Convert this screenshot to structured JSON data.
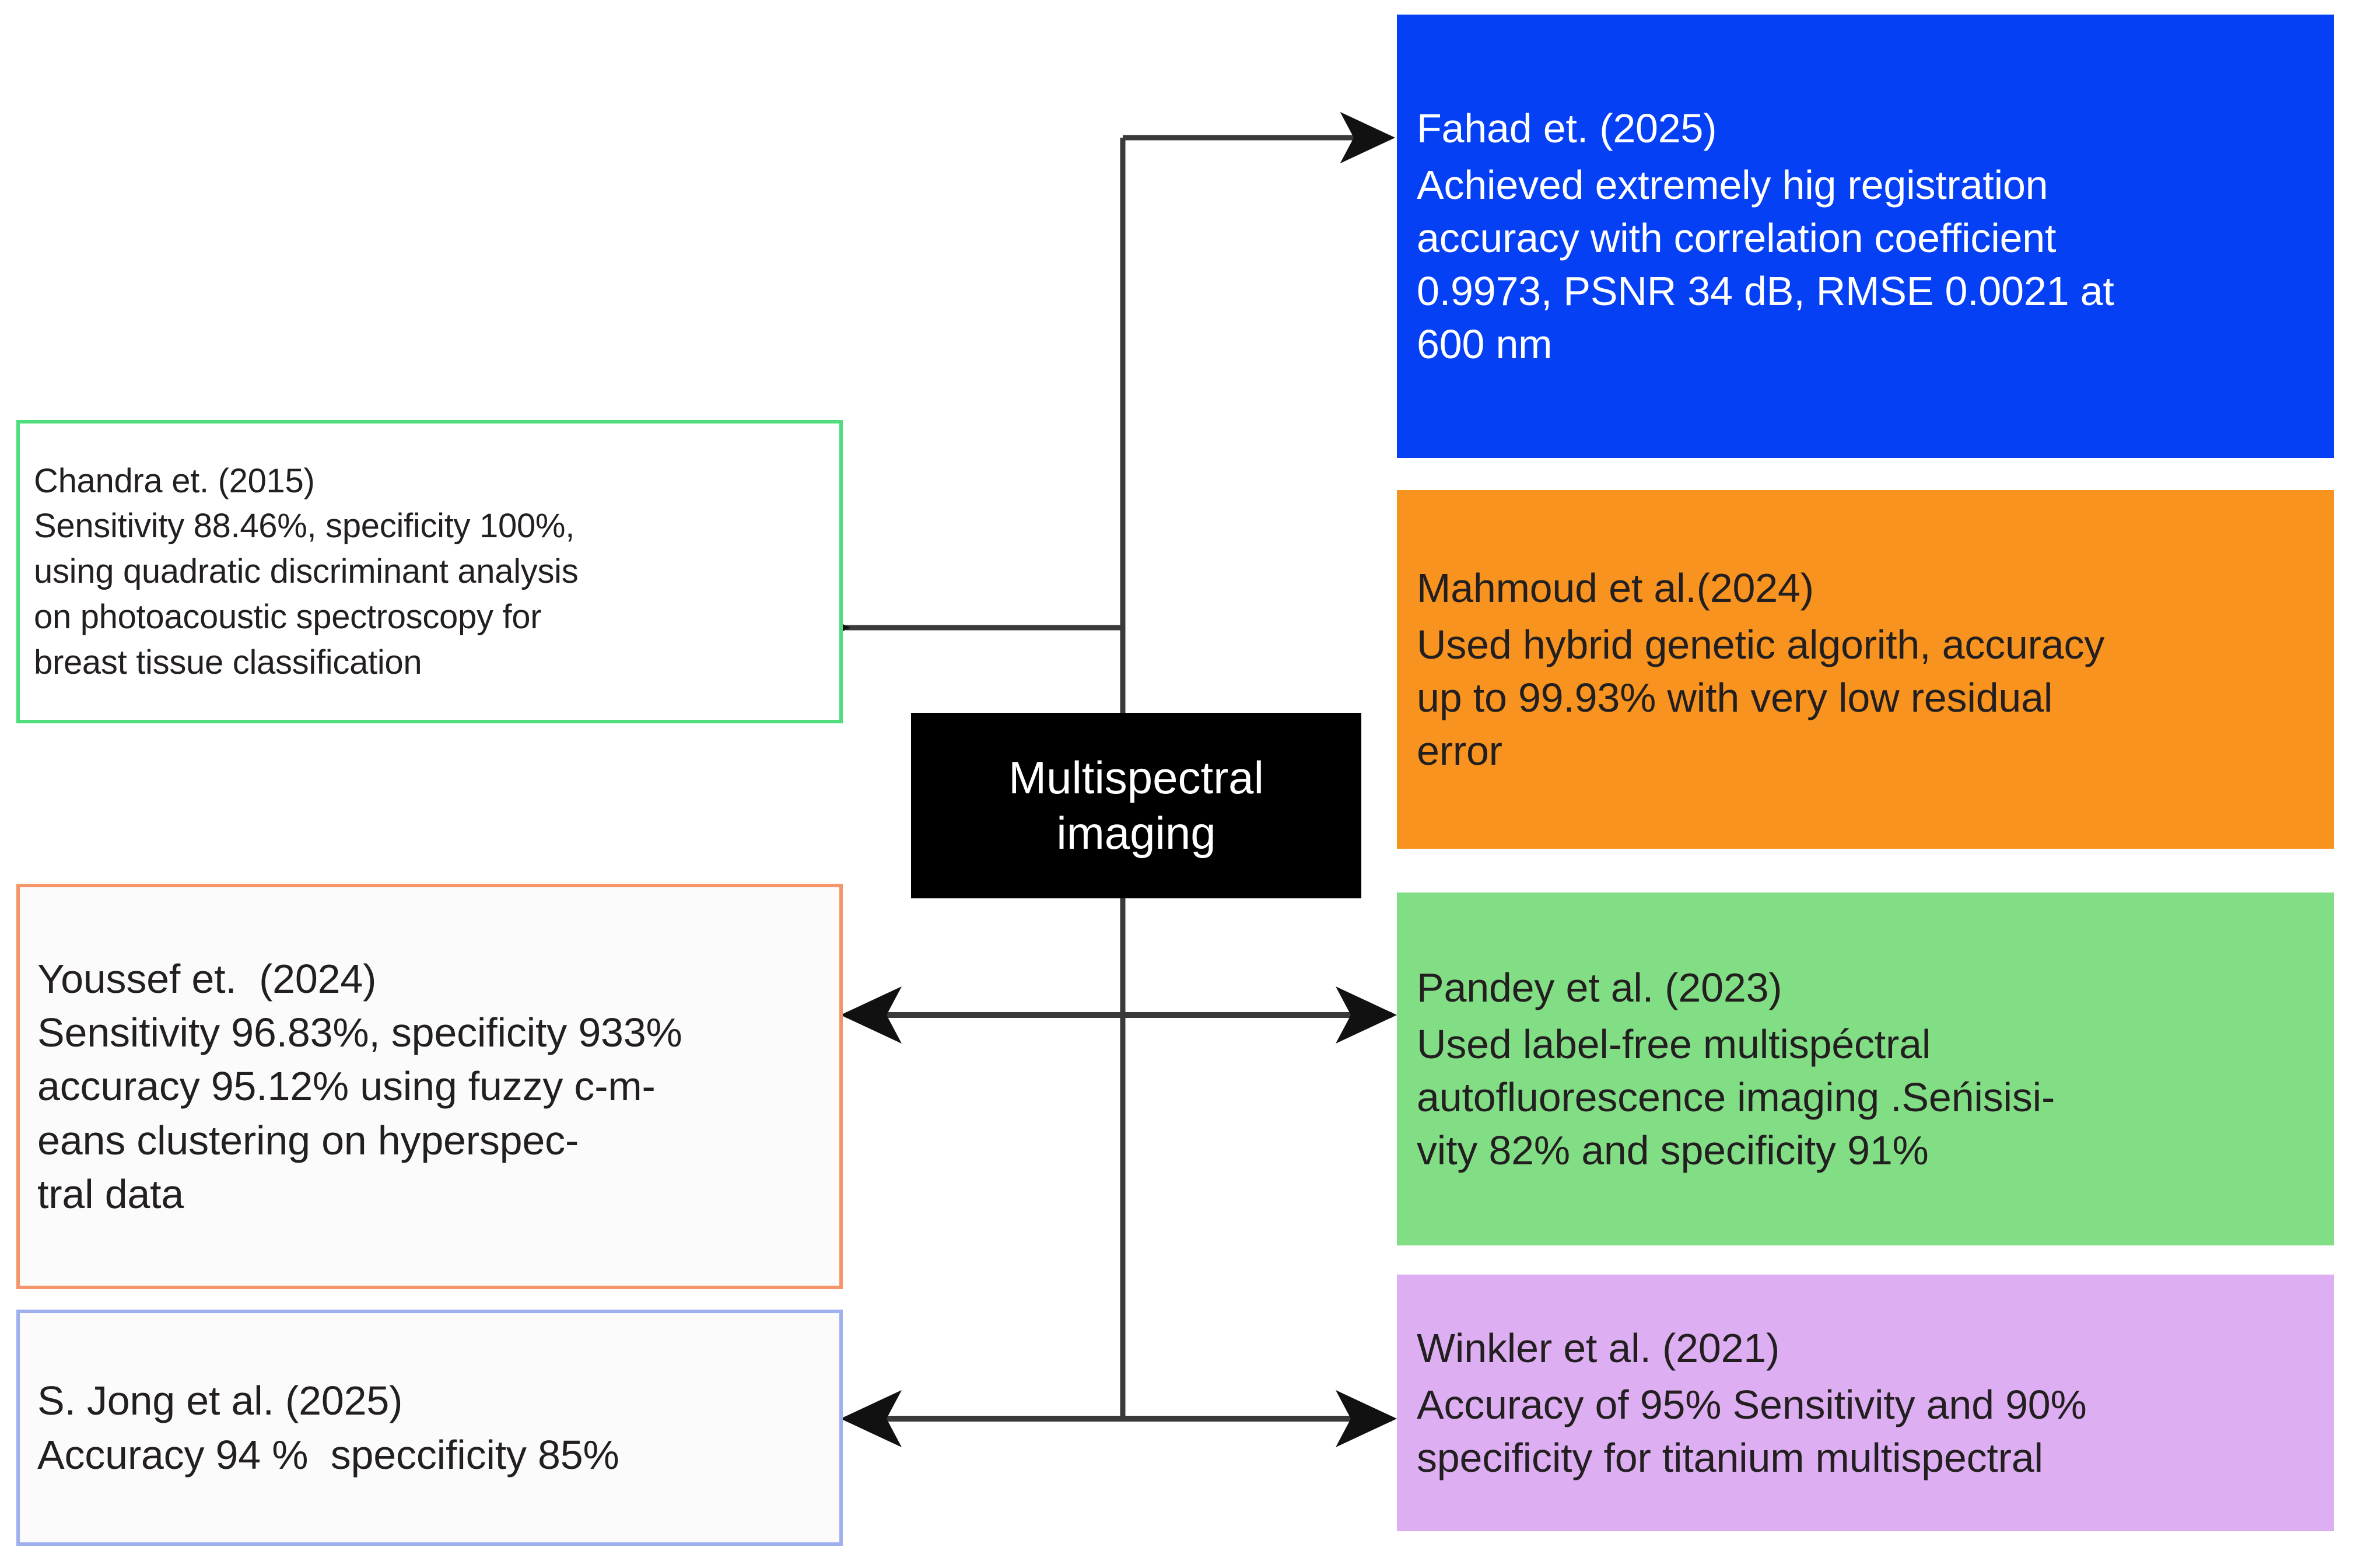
{
  "diagram": {
    "type": "hub-and-spoke concept map",
    "hub": {
      "line1": "Multispectral",
      "line2": "imaging",
      "bg_color": "#000000",
      "text_color": "#ffffff"
    },
    "nodes": [
      {
        "id": "fahad",
        "side": "right",
        "title": "Fahad et. (2025)",
        "body": "Achieved extremely hig registration accuracy with correlation coefficient 0.9973, PSNR 34 dB, RMSE 0.0021 at 600 nm",
        "bg_color": "#0540f5",
        "text_color": "#ffffff",
        "border_color": "#0540f5",
        "arrow": "single-right"
      },
      {
        "id": "mahmoud",
        "side": "right",
        "title": "Mahmoud et al.(2024)",
        "body": "Used hybrid genetic algorith, accuracy up to 99.93% with very low residual error",
        "bg_color": "#f7931e",
        "text_color": "#231f20",
        "border_color": "#f7931e",
        "arrow": "none"
      },
      {
        "id": "pandey",
        "side": "right",
        "title": "Pandey et al. (2023)",
        "body": "Used label-free multispéctral autofluorescence imaging .Seńisisi-vity 82% and specificity 91%",
        "bg_color": "#82de85",
        "text_color": "#231f20",
        "border_color": "#82de85",
        "arrow": "double"
      },
      {
        "id": "winkler",
        "side": "right",
        "title": "Winkler et al. (2021)",
        "body": "Accuracy of 95% Sensitivity and 90% specificity for titanium multispectral",
        "bg_color": "#ddaff2",
        "text_color": "#231f20",
        "border_color": "#ddaff2",
        "arrow": "double"
      },
      {
        "id": "chandra",
        "side": "left",
        "title": "Chandra et. (2015)",
        "body": "Sensitivity 88.46%, specificity 100%, using quadratic discriminant analysis on photoacoustic spectroscopy for breast tissue classification",
        "bg_color": "#ffffff",
        "text_color": "#231f20",
        "border_color": "#4fdd7e",
        "arrow": "single-left"
      },
      {
        "id": "youssef",
        "side": "left",
        "title": "Youssef et.  (2024)",
        "body": "Sensitivity 96.83%, specificity 933% accuracy 95.12% using fuzzy c-m-eans clustering on hyperspec-tral data",
        "bg_color": "#fbfbfb",
        "text_color": "#231f20",
        "border_color": "#f4966a",
        "arrow": "double"
      },
      {
        "id": "jong",
        "side": "left",
        "title": "S. Jong et al. (2025)",
        "body": "Accuracy 94 %  speccificity 85%",
        "bg_color": "#fbfbfb",
        "text_color": "#231f20",
        "border_color": "#9fb0ef",
        "arrow": "double"
      }
    ],
    "text_lines": {
      "fahad": {
        "title": "Fahad et. (2025)",
        "l1": "Achieved extremely hig registration",
        "l2": "accuracy with correlation coefficient",
        "l3": "0.9973, PSNR 34 dB, RMSE 0.0021 at",
        "l4": "600 nm"
      },
      "mahmoud": {
        "title": "Mahmoud et al.(2024)",
        "l1": "Used hybrid genetic algorith, accuracy",
        "l2": "up to 99.93% with very low residual",
        "l3": "error"
      },
      "pandey": {
        "title": "Pandey et al. (2023)",
        "l1": "Used label-free multispéctral",
        "l2": "autofluorescence imaging .Seńisisi-",
        "l3": "vity 82% and specificity 91%"
      },
      "winkler": {
        "title": "Winkler et al. (2021)",
        "l1": "Accuracy of 95% Sensitivity and 90%",
        "l2": "specificity for titanium multispectral"
      },
      "chandra": {
        "title": "Chandra et. (2015)",
        "l1": "Sensitivity 88.46%, specificity 100%,",
        "l2": "using quadratic discriminant analysis",
        "l3": "on photoacoustic spectroscopy for",
        "l4": "breast tissue classification"
      },
      "youssef": {
        "title": "Youssef et.  (2024)",
        "l1": "Sensitivity 96.83%, specificity 933%",
        "l2": "accuracy 95.12% using fuzzy c-m-",
        "l3": "eans clustering on hyperspec-",
        "l4": "tral data"
      },
      "jong": {
        "title": "S. Jong et al. (2025)",
        "l1": "Accuracy 94 %  speccificity 85%"
      }
    },
    "connector_color": "#3a3a3a"
  }
}
